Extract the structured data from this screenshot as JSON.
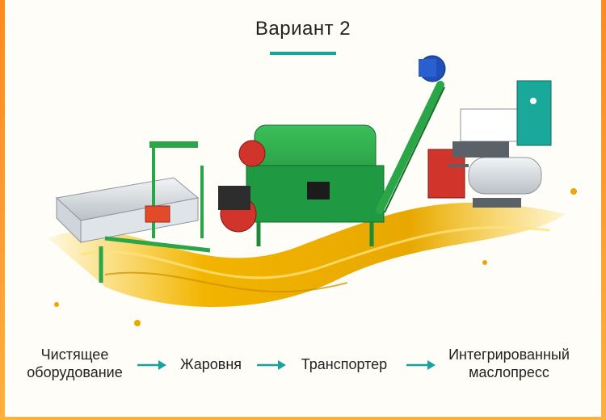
{
  "title": "Вариант 2",
  "colors": {
    "accent": "#17a3a0",
    "frame": "#ffa02c",
    "machine_green": "#2aa548",
    "oil_gold": "#f2b400",
    "motor_blue": "#1f4fb8"
  },
  "process_steps": [
    {
      "line1": "Чистящее",
      "line2": "оборудование"
    },
    {
      "line1": "Жаровня",
      "line2": ""
    },
    {
      "line1": "Транспортер",
      "line2": ""
    },
    {
      "line1": "Интегрированный",
      "line2": "маслопресс"
    }
  ],
  "arrow_icon": "arrow-right-icon"
}
